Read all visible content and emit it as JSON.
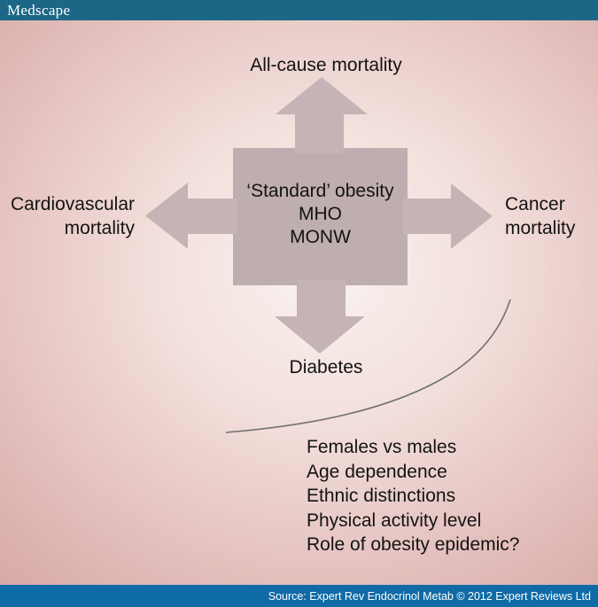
{
  "header": {
    "logo": "Medscape"
  },
  "diagram": {
    "top_label": "All-cause mortality",
    "left_label_line1": "Cardiovascular",
    "left_label_line2": "mortality",
    "right_label_line1": "Cancer",
    "right_label_line2": "mortality",
    "bottom_label": "Diabetes",
    "center_line1": "‘Standard’ obesity",
    "center_line2": "MHO",
    "center_line3": "MONW",
    "factors": [
      "Females vs males",
      "Age dependence",
      "Ethnic distinctions",
      "Physical activity level",
      "Role of obesity epidemic?"
    ]
  },
  "footer": {
    "source": "Source: Expert Rev Endocrinol Metab © 2012 Expert Reviews Ltd"
  },
  "colors": {
    "header_bg": "#1c6786",
    "footer_bg": "#0f6ba6",
    "cross_square": "#bfaeb0",
    "cross_arrows": "#c5b3b5",
    "curve_stroke": "#707070",
    "bg_center": "#f9f2f0",
    "bg_edge": "#cf9fa0",
    "text": "#131313"
  }
}
